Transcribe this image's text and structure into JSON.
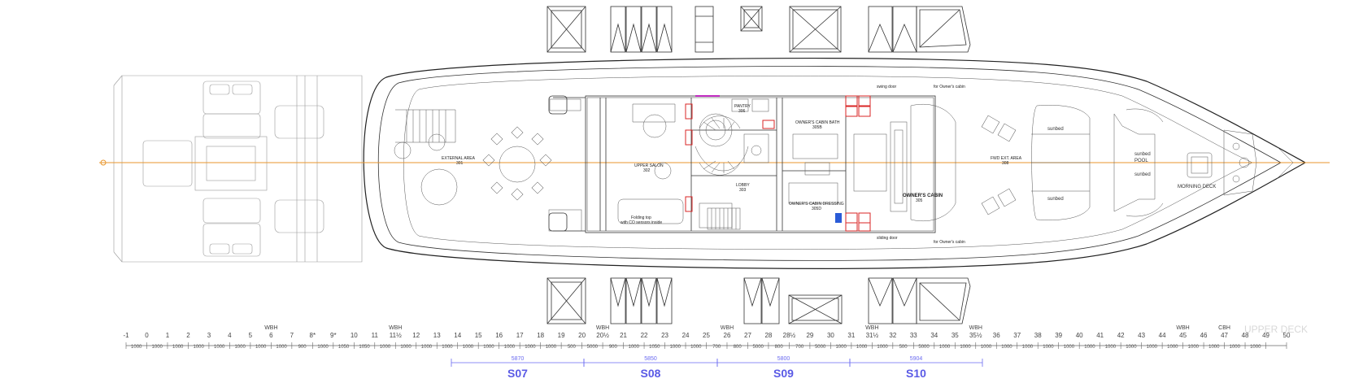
{
  "drawing": {
    "deck_title": "UPPER DECK",
    "rooms": {
      "external_area": {
        "name": "EXTERNAL AREA",
        "code": "301"
      },
      "upper_salon": {
        "name": "UPPER SALON",
        "code": "302"
      },
      "pantry": {
        "name": "PANTRY",
        "code": "306"
      },
      "lobby": {
        "name": "LOBBY",
        "code": "303"
      },
      "owners_bath": {
        "name": "OWNER'S CABIN BATH",
        "code": "305B"
      },
      "owners_dressing": {
        "name": "OWNER'S CABIN DRESSING",
        "code": "305D"
      },
      "owners_cabin": {
        "name": "OWNER'S CABIN",
        "code": "305"
      },
      "fwd_ext_area": {
        "name": "FWD EXT. AREA",
        "code": "308"
      },
      "morning_deck": {
        "name": "MORNING DECK"
      },
      "pool": {
        "name": "POOL"
      }
    },
    "sunbed_label": "sunbed",
    "notes": {
      "folding_top": "Folding top",
      "folding_top_detail": "with CO sensors inside",
      "top_note": "for Owner's cabin",
      "bottom_note": "for Owner's cabin",
      "swing_door_top": "swing door",
      "swing_door_bottom": "sliding door"
    }
  },
  "frame_scale": {
    "frames": [
      "-1",
      "0",
      "1",
      "2",
      "3",
      "4",
      "5",
      "6",
      "7",
      "8*",
      "9*",
      "10",
      "11",
      "11½",
      "12",
      "13",
      "14",
      "15",
      "16",
      "17",
      "18",
      "19",
      "20",
      "20½",
      "21",
      "22",
      "23",
      "24",
      "25",
      "26",
      "27",
      "28",
      "28½",
      "29",
      "30",
      "31",
      "31½",
      "32",
      "33",
      "34",
      "35",
      "35½",
      "36",
      "37",
      "38",
      "39",
      "40",
      "41",
      "42",
      "43",
      "44",
      "45",
      "46",
      "47",
      "48",
      "49",
      "50"
    ],
    "wbh_label": "WBH",
    "cbh_label": "CBH",
    "spacings": [
      "1000",
      "1000",
      "1000",
      "1000",
      "1000",
      "1000",
      "1000",
      "1000",
      "900",
      "1000",
      "1050",
      "1050",
      "1000",
      "1000",
      "1000",
      "1000",
      "1000",
      "1000",
      "1000",
      "1000",
      "1000",
      "500",
      "5000",
      "900",
      "1000",
      "1050",
      "1000",
      "1000",
      "700",
      "800",
      "5000",
      "800",
      "700",
      "5000",
      "1000",
      "1000",
      "1000",
      "500",
      "5000",
      "1000",
      "1000",
      "1000",
      "1000",
      "1000",
      "1000",
      "1000",
      "1000",
      "1000",
      "1000",
      "1000",
      "1000",
      "1000",
      "1000",
      "1000",
      "1000"
    ]
  },
  "sections": [
    {
      "name": "S07",
      "length": "5870"
    },
    {
      "name": "S08",
      "length": "5850"
    },
    {
      "name": "S09",
      "length": "5800"
    },
    {
      "name": "S10",
      "length": "5904"
    }
  ]
}
